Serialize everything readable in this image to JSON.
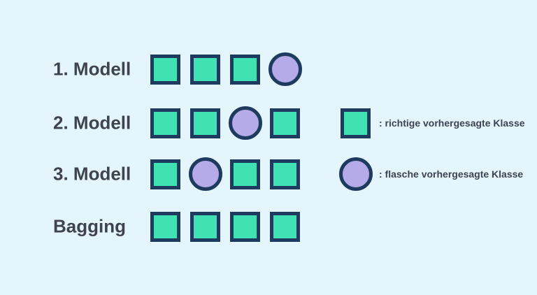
{
  "colors": {
    "background": "#e4f6fc",
    "shape_border": "#1e3a5f",
    "square_fill": "#40e2b3",
    "circle_fill": "#b5abe9",
    "label_text": "#3f434c",
    "legend_text": "#3c4252"
  },
  "rows": [
    {
      "label": "1. Modell",
      "shapes": [
        "square",
        "square",
        "square",
        "circle"
      ]
    },
    {
      "label": "2. Modell",
      "shapes": [
        "square",
        "square",
        "circle",
        "square"
      ]
    },
    {
      "label": "3. Modell",
      "shapes": [
        "square",
        "circle",
        "square",
        "square"
      ]
    },
    {
      "label": "Bagging",
      "shapes": [
        "square",
        "square",
        "square",
        "square"
      ]
    }
  ],
  "legend": [
    {
      "shape": "square",
      "label": ": richtige vorhergesagte Klasse"
    },
    {
      "shape": "circle",
      "label": ": flasche vorhergesagte Klasse"
    }
  ]
}
